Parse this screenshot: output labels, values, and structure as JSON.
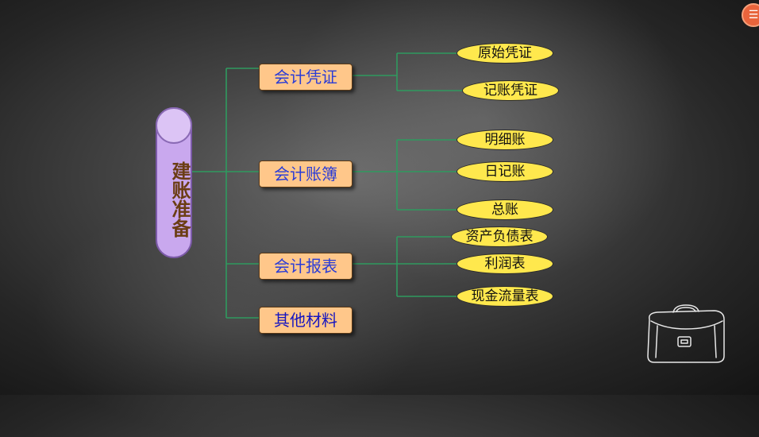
{
  "root": {
    "label": "建账准备"
  },
  "branches": [
    {
      "label": "会计凭证",
      "children": [
        "原始凭证",
        "记账凭证"
      ]
    },
    {
      "label": "会计账簿",
      "children": [
        "明细账",
        "日记账",
        "总账"
      ]
    },
    {
      "label": "会计报表",
      "children": [
        "资产负债表",
        "利润表",
        "现金流量表"
      ]
    },
    {
      "label": "其他材料",
      "children": []
    }
  ],
  "colors": {
    "connector": "#2f9a5f",
    "root_fill": "#c9a8ee",
    "branch_fill": "#ffc78a",
    "branch_text": "#2a3cd6",
    "leaf_fill": "#ffe84d"
  },
  "icons": {
    "corner": "presentation-icon",
    "decoration": "briefcase-icon"
  }
}
